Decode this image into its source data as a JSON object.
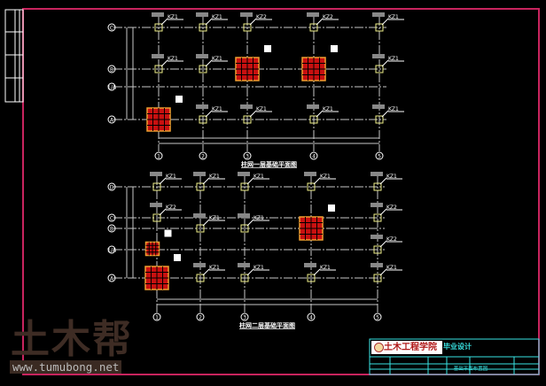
{
  "colors": {
    "background": "#000000",
    "border": "#c8245e",
    "grid": "#c8c8c8",
    "column": "#f0f08a",
    "footing_fill": "#c81010",
    "footing_edge": "#f0a030",
    "titleblock": "#39e3e3"
  },
  "plans": [
    {
      "title": "柱网一层基础平面图",
      "column_axes": [
        "1",
        "2",
        "3",
        "4",
        "5"
      ],
      "row_axes": [
        "C",
        "B",
        "1/A",
        "A"
      ],
      "column_tags": [
        [
          "KZ1",
          "KZ1",
          "KZ2",
          "KZ2",
          "KZ1"
        ],
        [
          "KZ1",
          "KZ1",
          "",
          "",
          "KZ1"
        ],
        [
          "",
          "KZ1",
          "KZ1",
          "KZ1",
          "KZ1"
        ]
      ]
    },
    {
      "title": "柱网二层基础平面图",
      "column_axes": [
        "1",
        "2",
        "3",
        "4",
        "5"
      ],
      "row_axes": [
        "D",
        "C",
        "B",
        "1/A",
        "A"
      ],
      "column_tags": [
        "KZ1",
        "KZ1",
        "KZ1",
        "KZ1",
        "KZ2",
        "KZ1",
        "KZ2",
        "KZ2"
      ]
    }
  ],
  "title_block": {
    "school": "土木工程学院",
    "project": "毕业设计",
    "drawing_name": "基础平面布置图"
  },
  "watermark": {
    "logo": "土木帮",
    "url": "www.tumubong.net"
  }
}
